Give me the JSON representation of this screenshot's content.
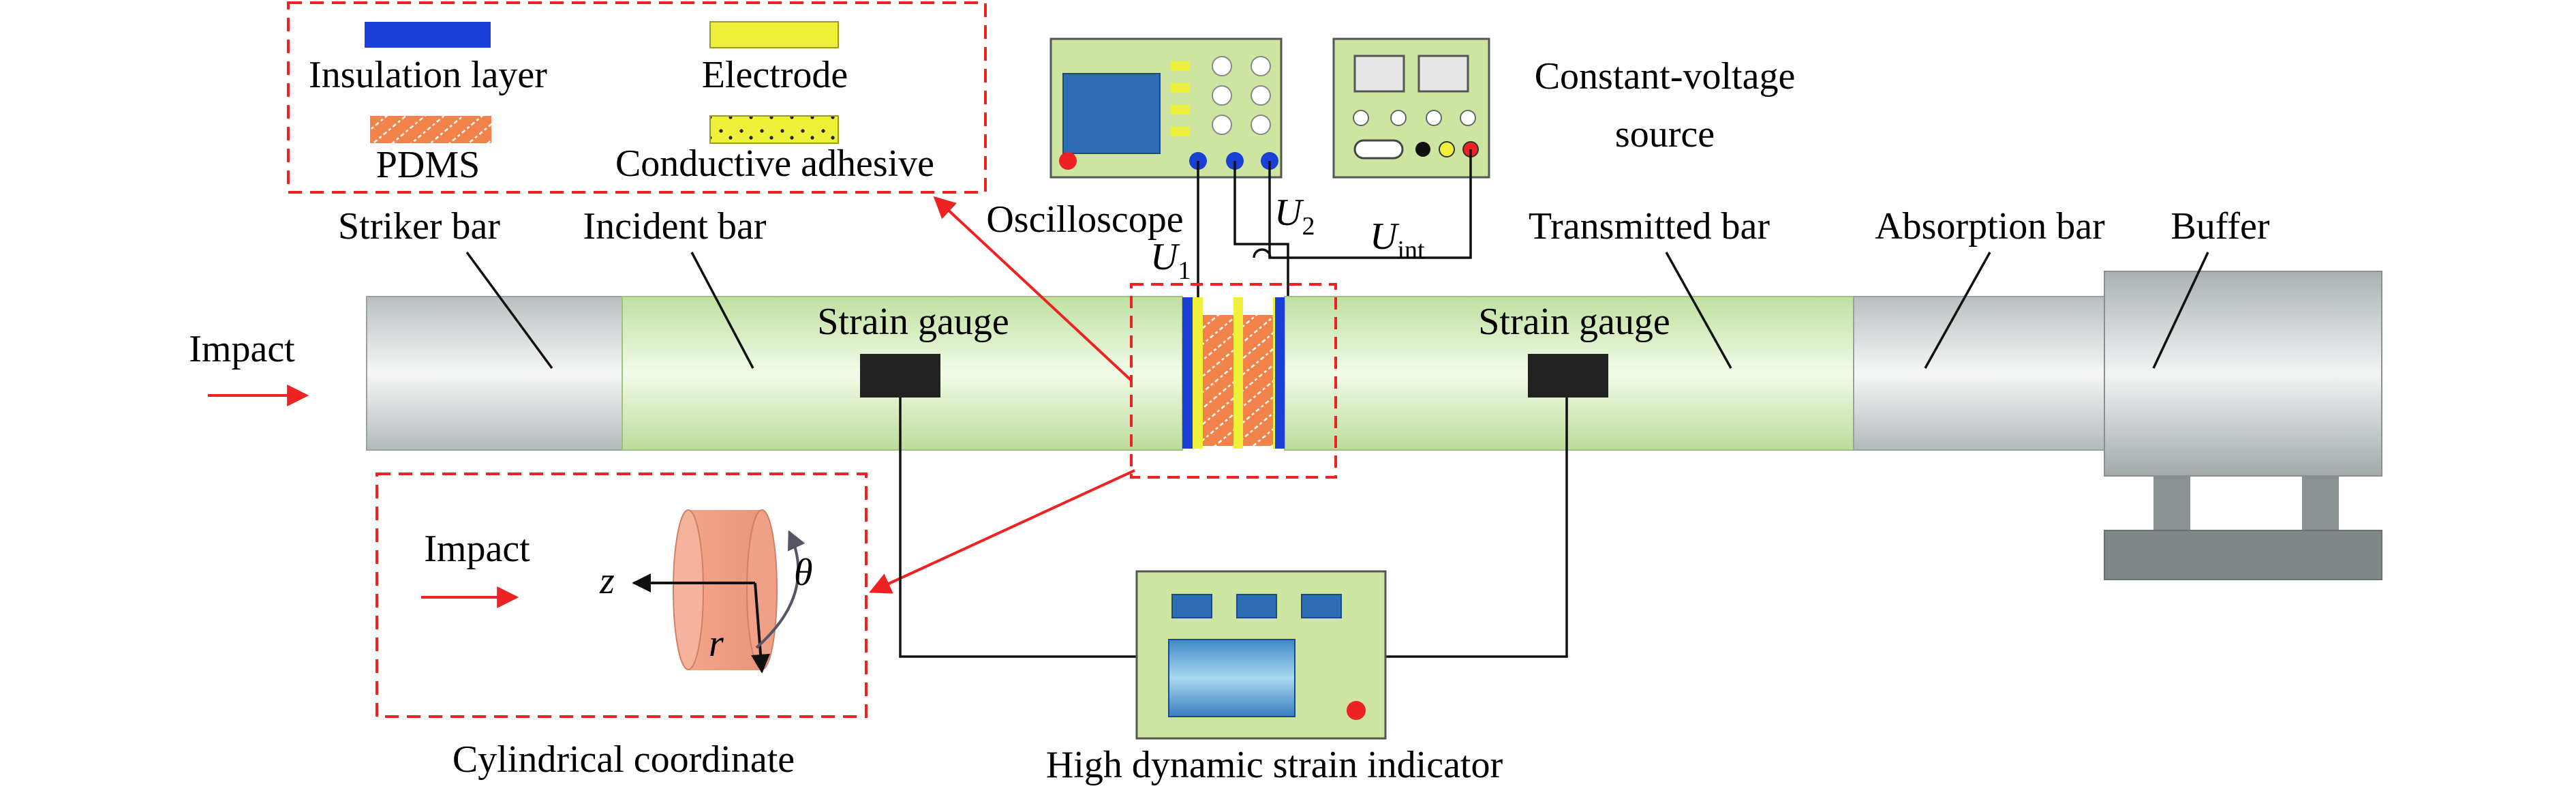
{
  "legend": {
    "insulation": "Insulation layer",
    "electrode": "Electrode",
    "pdms": "PDMS",
    "adhesive": "Conductive adhesive"
  },
  "bars": {
    "striker": "Striker bar",
    "incident": "Incident bar",
    "transmitted": "Transmitted bar",
    "absorption": "Absorption bar",
    "buffer": "Buffer"
  },
  "gauges": {
    "left": "Strain gauge",
    "right": "Strain gauge"
  },
  "instruments": {
    "oscilloscope": "Oscilloscope",
    "voltage_source_line1": "Constant-voltage",
    "voltage_source_line2": "source",
    "strain_indicator": "High dynamic strain indicator"
  },
  "signals": {
    "u1_base": "U",
    "u1_sub": "1",
    "u2_base": "U",
    "u2_sub": "2",
    "uint_base": "U",
    "uint_sub": "int"
  },
  "impact": {
    "main": "Impact",
    "inset": "Impact"
  },
  "coordinate": {
    "z": "z",
    "r": "r",
    "theta": "θ",
    "caption": "Cylindrical coordinate"
  },
  "colors": {
    "bar_green": "#d5eeb8",
    "bar_gray": "#dcdcdc",
    "insulation_blue": "#1a3fd6",
    "electrode_yellow": "#eef03a",
    "pdms_orange": "#f0824a",
    "panel_green": "#cde5a0",
    "marker_red": "#ee2222",
    "gauge_black": "#222222"
  }
}
